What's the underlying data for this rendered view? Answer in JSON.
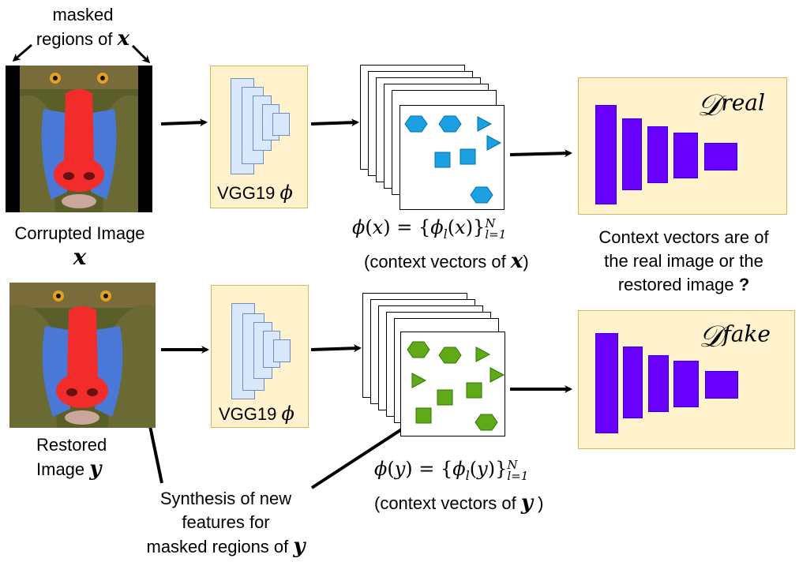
{
  "top": {
    "masked_label": "masked",
    "masked_label_2": "regions of",
    "masked_var": "x",
    "input_caption": "Corrupted Image",
    "input_var": "x",
    "encoder_label": "VGG19",
    "encoder_symbol": "ϕ",
    "formula_var": "x",
    "context_caption": "(context vectors of",
    "context_var": "x",
    "context_close": ")",
    "disc_sup": "real"
  },
  "bottom": {
    "output_caption_1": "Restored",
    "output_caption_2": "Image",
    "output_var": "y",
    "encoder_label": "VGG19",
    "encoder_symbol": "ϕ",
    "formula_var": "y",
    "context_caption": "(context vectors of",
    "context_var": "y",
    "context_close": " )",
    "disc_sup": "fake",
    "synthesis_line1": "Synthesis of new",
    "synthesis_line2": "features for",
    "synthesis_line3": "masked regions of",
    "synthesis_var": "y"
  },
  "question": {
    "line1": "Context vectors are of",
    "line2": "the real image or the",
    "line3": "restored image",
    "mark": "?"
  },
  "formula": {
    "phi": "ϕ",
    "sub": "l",
    "sup": "N",
    "lower": "l=1"
  },
  "colors": {
    "panel_fill": "#fff2cc",
    "panel_border": "#d6b656",
    "layer_fill": "#dae8fc",
    "layer_border": "#6c8ebf",
    "disc_bar": "#6a00ff",
    "feature_blue": "#1ba1e2",
    "feature_green": "#60a917",
    "mandrill_red": "#f22b2b",
    "mandrill_blue": "#4a78d6"
  },
  "icons": {
    "input_image": "mandrill-photo-masked",
    "output_image": "mandrill-photo-restored"
  }
}
